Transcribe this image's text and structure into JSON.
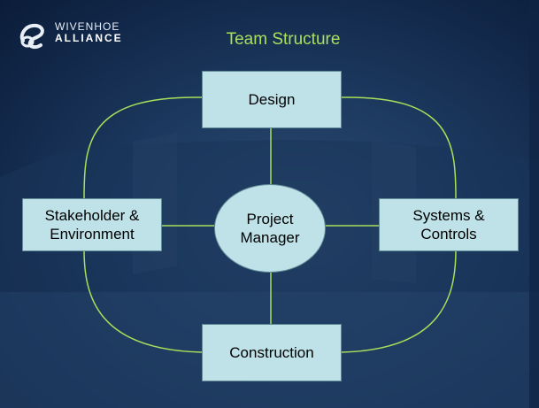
{
  "slide": {
    "logo": {
      "line1": "WIVENHOE",
      "line2": "ALLIANCE"
    },
    "title": "Team Structure",
    "nodes": {
      "center": "Project\nManager",
      "top": "Design",
      "left": "Stakeholder &\nEnvironment",
      "right": "Systems &\nControls",
      "bottom": "Construction"
    }
  },
  "colors": {
    "title": "#a8e05a",
    "connector": "#a8e05a",
    "node_fill": "#bfe2e8",
    "background": "#1d3a60"
  }
}
